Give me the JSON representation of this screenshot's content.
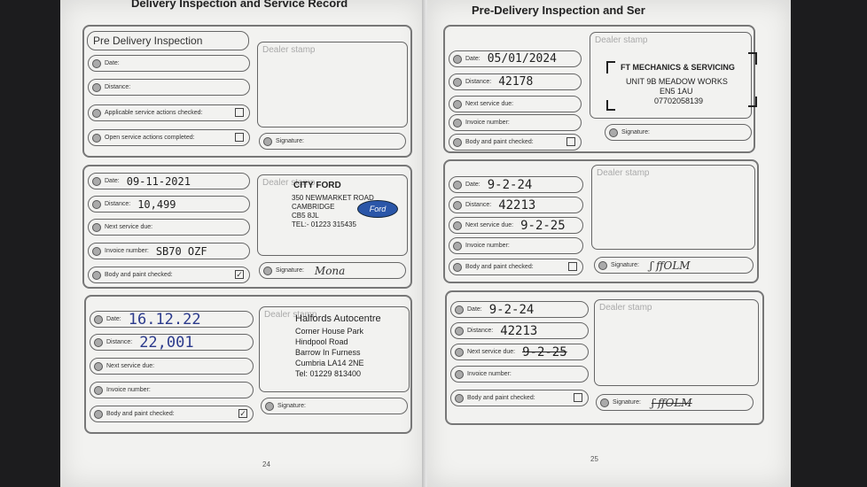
{
  "left_page": {
    "title": "Delivery Inspection and Service Record",
    "page_number": "24",
    "pdi": {
      "header": "Pre Delivery Inspection",
      "labels": {
        "date": "Date:",
        "distance": "Distance:",
        "applicable": "Applicable service actions checked:",
        "open_completed": "Open service actions completed:",
        "signature": "Signature:"
      },
      "stamp_label": "Dealer stamp"
    },
    "service1": {
      "labels": {
        "date": "Date:",
        "distance": "Distance:",
        "next_service": "Next service due:",
        "invoice": "Invoice number:",
        "body_paint": "Body and paint checked:",
        "signature": "Signature:"
      },
      "values": {
        "date": "09-11-2021",
        "distance": "10,499",
        "invoice": "SB70 OZF",
        "body_paint_mark": "✓",
        "signature": "Mona"
      },
      "stamp_label": "Dealer stamp",
      "stamp": {
        "name": "CITY FORD",
        "line1": "350 NEWMARKET ROAD",
        "line2": "CAMBRIDGE",
        "line3": "CB5 8JL",
        "line4": "TEL:- 01223 315435",
        "logo": "Ford"
      }
    },
    "service2": {
      "labels": {
        "date": "Date:",
        "distance": "Distance:",
        "next_service": "Next service due:",
        "invoice": "Invoice number:",
        "body_paint": "Body and paint checked:",
        "signature": "Signature:"
      },
      "values": {
        "date": "16.12.22",
        "distance": "22,001",
        "body_paint_mark": "✓"
      },
      "stamp_label": "Dealer stamp",
      "stamp": {
        "name": "Halfords Autocentre",
        "line1": "Corner House Park",
        "line2": "Hindpool Road",
        "line3": "Barrow In Furness",
        "line4": "Cumbria LA14 2NE",
        "line5": "Tel: 01229 813400"
      }
    }
  },
  "right_page": {
    "title": "Pre-Delivery Inspection and Ser",
    "page_number": "25",
    "service1": {
      "labels": {
        "date": "Date:",
        "distance": "Distance:",
        "next_service": "Next service due:",
        "invoice": "Invoice number:",
        "body_paint": "Body and paint checked:",
        "signature": "Signature:"
      },
      "values": {
        "date": "05/01/2024",
        "distance": "42178"
      },
      "stamp_label": "Dealer stamp",
      "stamp": {
        "name": "FT MECHANICS & SERVICING",
        "line1": "UNIT 9B MEADOW WORKS",
        "line2": "EN5 1AU",
        "line3": "07702058139"
      }
    },
    "service2": {
      "labels": {
        "date": "Date:",
        "distance": "Distance:",
        "next_service": "Next service due:",
        "invoice": "Invoice number:",
        "body_paint": "Body and paint checked:",
        "signature": "Signature:"
      },
      "values": {
        "date": "9-2-24",
        "distance": "42213",
        "next_service": "9-2-25",
        "signature": "ʃ ffOLM"
      },
      "stamp_label": "Dealer stamp"
    },
    "service3": {
      "labels": {
        "date": "Date:",
        "distance": "Distance:",
        "next_service": "Next service due:",
        "invoice": "Invoice number:",
        "body_paint": "Body and paint checked:",
        "signature": "Signature:"
      },
      "values": {
        "date": "9-2-24",
        "distance": "42213",
        "next_service": "9-2-25",
        "signature": "ʃ ffOLM"
      },
      "stamp_label": "Dealer stamp"
    }
  }
}
